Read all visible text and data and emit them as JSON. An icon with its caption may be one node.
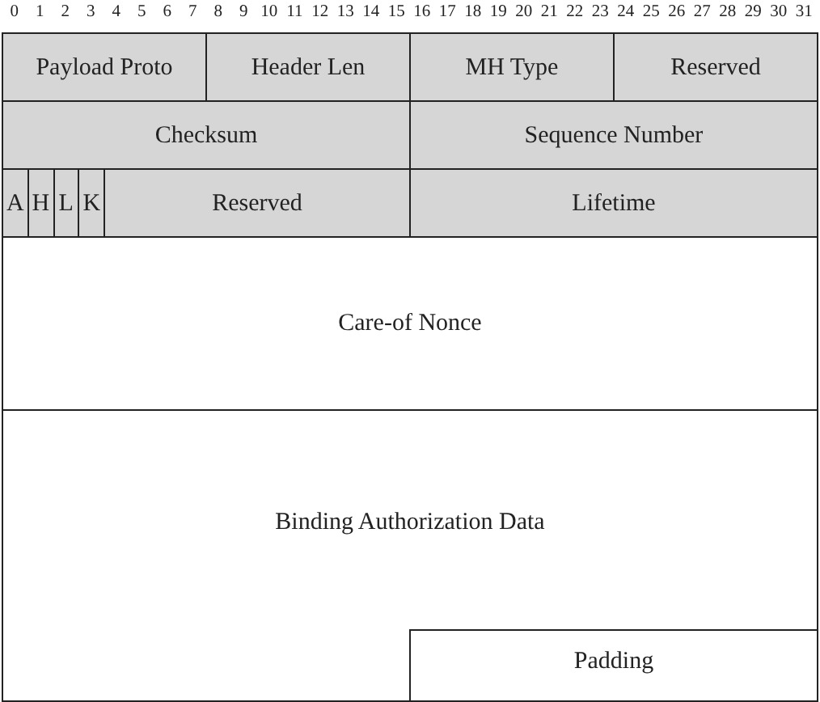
{
  "diagram": {
    "nodes": [
      {
        "text": [
          "Payload Proto"
        ]
      },
      {
        "text": [
          "Header Len"
        ]
      },
      {
        "text": [
          "MH Type"
        ]
      },
      {
        "text": [
          "Reserved"
        ]
      },
      {
        "text": [
          "Checksum"
        ]
      },
      {
        "text": [
          "Sequence Number"
        ]
      },
      {
        "text": [
          "A"
        ]
      },
      {
        "text": [
          "H"
        ]
      },
      {
        "text": [
          "L"
        ]
      },
      {
        "text": [
          "K"
        ]
      },
      {
        "text": [
          "Reserved"
        ]
      },
      {
        "text": [
          "Lifetime"
        ]
      },
      {
        "text": [
          "Care-of Nonce"
        ]
      },
      {
        "text": [
          "Binding Authorization Data"
        ]
      },
      {
        "text": [
          "Padding"
        ],
        "in": 13
      }
    ],
    "labels": [
      "0",
      "1",
      "2",
      "3",
      "4",
      "5",
      "6",
      "7",
      "8",
      "9",
      "10",
      "11",
      "12",
      "13",
      "14",
      "15",
      "16",
      "17",
      "18",
      "19",
      "20",
      "21",
      "22",
      "23",
      "24",
      "25",
      "26",
      "27",
      "28",
      "29",
      "30",
      "31"
    ]
  }
}
